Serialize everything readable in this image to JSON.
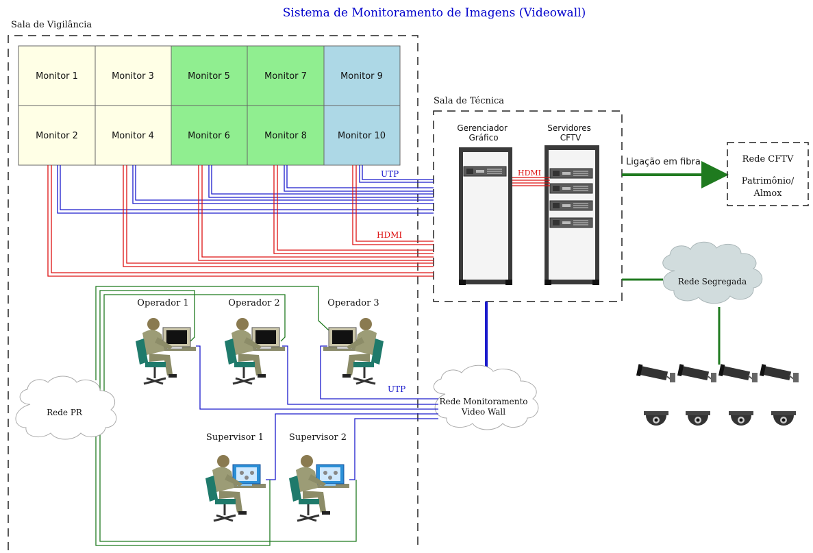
{
  "title": "Sistema de Monitoramento de Imagens (Videowall)",
  "rooms": {
    "vigilancia": "Sala de Vigilância",
    "tecnica": "Sala de Técnica"
  },
  "monitors": [
    {
      "label": "Monitor 1",
      "color": "#ffffe6"
    },
    {
      "label": "Monitor 2",
      "color": "#ffffe6"
    },
    {
      "label": "Monitor 3",
      "color": "#ffffe6"
    },
    {
      "label": "Monitor 4",
      "color": "#ffffe6"
    },
    {
      "label": "Monitor 5",
      "color": "#90ee90"
    },
    {
      "label": "Monitor 6",
      "color": "#90ee90"
    },
    {
      "label": "Monitor 7",
      "color": "#90ee90"
    },
    {
      "label": "Monitor 8",
      "color": "#90ee90"
    },
    {
      "label": "Monitor 9",
      "color": "#add8e6"
    },
    {
      "label": "Monitor 10",
      "color": "#add8e6"
    }
  ],
  "racks": {
    "gerenciador": "Gerenciador Gráfico",
    "servidores": "Servidores CFTV"
  },
  "cables": {
    "utp_1": "UTP",
    "hdmi_1": "HDMI",
    "hdmi_rack": "HDMI",
    "utp_2": "UTP"
  },
  "colors": {
    "utp": "#1a1acc",
    "hdmi": "#dd1111",
    "green": "#1f7a1f",
    "title": "#0000cc"
  },
  "fiber": {
    "label": "Ligação em fibra",
    "box_line1": "Rede CFTV",
    "box_line2": "Patrimônio/",
    "box_line3": "Almox"
  },
  "clouds": {
    "segregada": "Rede Segregada",
    "monitoramento_line1": "Rede Monitoramento",
    "monitoramento_line2": "Video Wall",
    "pr": "Rede PR"
  },
  "operators": [
    "Operador 1",
    "Operador 2",
    "Operador 3"
  ],
  "supervisors": [
    "Supervisor 1",
    "Supervisor 2"
  ]
}
